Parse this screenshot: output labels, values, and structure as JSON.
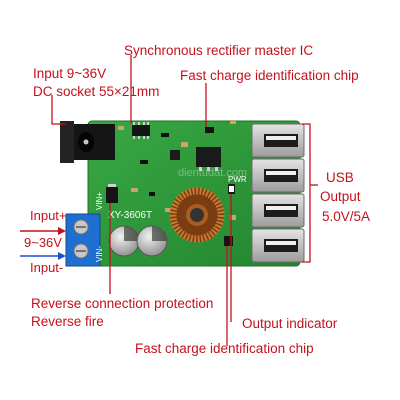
{
  "labels": {
    "input_range": "Input 9~36V",
    "dc_socket": "DC socket 55×21mm",
    "sync_rectifier": "Synchronous rectifier master IC",
    "fast_charge_top": "Fast charge identification chip",
    "usb": "USB",
    "output": "Output",
    "output_rating": "5.0V/5A",
    "input_plus": "Input+",
    "input_voltage": "9~36V",
    "input_minus": "Input-",
    "reverse_protection": "Reverse connection protection",
    "reverse_fire": "Reverse fire",
    "output_indicator": "Output indicator",
    "fast_charge_bottom": "Fast charge identification chip"
  },
  "board": {
    "model": "XY-3606T",
    "vin_plus": "VIN+",
    "vin_minus": "VIN-",
    "pwr": "PWR",
    "watermark": "dientudat.com"
  },
  "colors": {
    "label_red": "#c4111c",
    "pcb_green": "#2e9a3a",
    "terminal_blue": "#1f6fd1"
  }
}
